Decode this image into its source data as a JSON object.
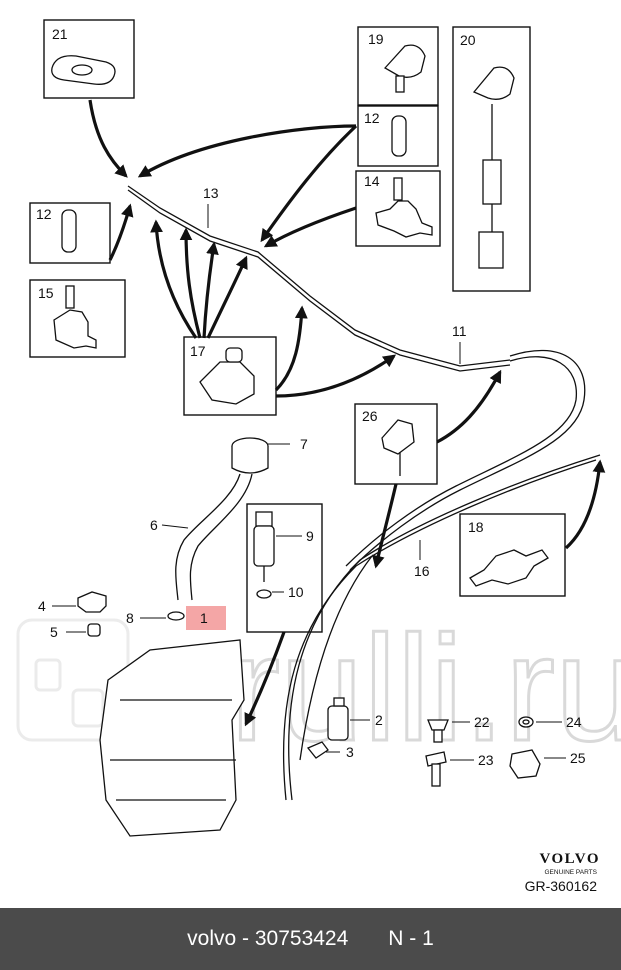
{
  "callouts": {
    "c1": "1",
    "c2": "2",
    "c3": "3",
    "c4": "4",
    "c5": "5",
    "c6": "6",
    "c7": "7",
    "c8": "8",
    "c9": "9",
    "c10": "10",
    "c11": "11",
    "c12a": "12",
    "c12b": "12",
    "c13": "13",
    "c14": "14",
    "c15": "15",
    "c16": "16",
    "c17": "17",
    "c18": "18",
    "c19": "19",
    "c20": "20",
    "c21": "21",
    "c22": "22",
    "c23": "23",
    "c24": "24",
    "c25": "25",
    "c26": "26"
  },
  "brand": {
    "name": "VOLVO",
    "tagline": "GENUINE PARTS",
    "ref": "GR-360162"
  },
  "watermark": "rulli.ru",
  "footer": {
    "part": "volvo - 30753424",
    "page": "N - 1"
  },
  "colors": {
    "highlight": "#f4a6a6",
    "footer_bg": "#4b4b4b",
    "watermark": "#d9d9d9"
  }
}
